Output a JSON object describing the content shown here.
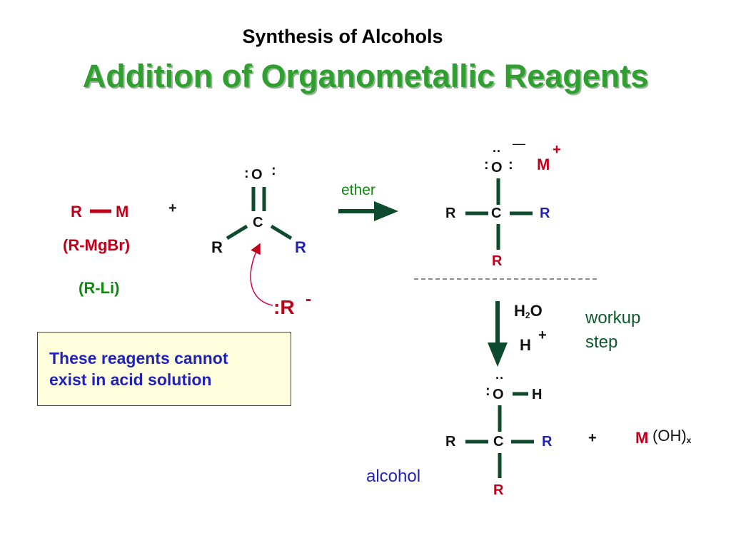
{
  "header": {
    "super_title": "Synthesis of Alcohols",
    "title": "Addition of Organometallic Reagents"
  },
  "reagent": {
    "r": "R",
    "m": "M",
    "grignard": "(R-MgBr)",
    "organolithium": "(R-Li)"
  },
  "plus_symbol": "+",
  "carbonyl": {
    "oxygen": "O",
    "carbon": "C",
    "r_left": "R",
    "r_right": "R",
    "lone_pair": ":"
  },
  "nucleophile": {
    "label": ":R",
    "charge": "-"
  },
  "arrow": {
    "solvent": "ether"
  },
  "alkoxide": {
    "oxygen": "O",
    "carbon": "C",
    "r_left": "R",
    "r_right": "R",
    "r_bottom": "R",
    "dots": "··",
    "lone_pair": ":",
    "neg_charge": "—",
    "metal": "M",
    "metal_charge": "+"
  },
  "workup": {
    "water_h": "H",
    "water_sub": "2",
    "water_o": "O",
    "proton": "H",
    "proton_charge": "+",
    "label_line1": "workup",
    "label_line2": "step"
  },
  "alcohol_product": {
    "oxygen": "O",
    "hydrogen": "H",
    "carbon": "C",
    "r_left": "R",
    "r_right": "R",
    "r_bottom": "R",
    "dots": "··",
    "lone_pair": ":",
    "label": "alcohol"
  },
  "byproduct": {
    "metal": "M",
    "hydroxide": "(OH)",
    "subscript": "x"
  },
  "note": {
    "text_line1": "These reagents cannot",
    "text_line2": "exist in acid solution"
  },
  "colors": {
    "title_green": "#2fa02f",
    "red": "#c0001a",
    "blue": "#2222bb",
    "green": "#118811",
    "bond": "#0e4a2e",
    "note_bg": "#ffffdd"
  }
}
